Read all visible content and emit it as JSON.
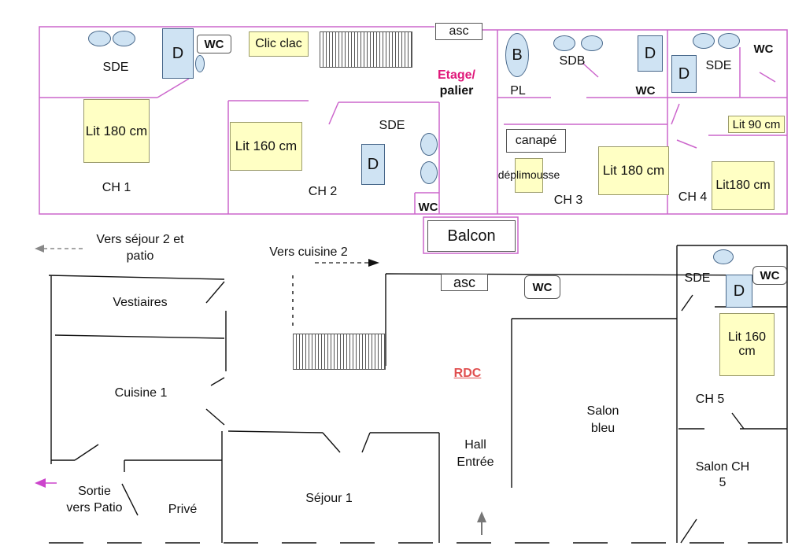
{
  "floor_upper": {
    "title_line1": "Etage/",
    "title_line2": "palier",
    "title_color": "#e0197a",
    "asc": "asc",
    "balcon": "Balcon",
    "rooms": {
      "ch1": "CH 1",
      "ch2": "CH 2",
      "ch3": "CH 3",
      "ch4": "CH 4",
      "sde1": "SDE",
      "sde2": "SDE",
      "sde4": "SDE",
      "sdb": "SDB",
      "pl": "PL"
    },
    "beds": {
      "ch1": "Lit 180 cm",
      "ch2": "Lit 160 cm",
      "ch3": "Lit 180 cm",
      "ch4": "Lit180 cm",
      "lit90": "Lit 90 cm"
    },
    "furniture": {
      "clic_clac": "Clic clac",
      "canape": "canapé",
      "deplimousse": "déplimousse"
    },
    "shower": "D",
    "bath": "B",
    "wc": "WC"
  },
  "floor_ground": {
    "title": "RDC",
    "title_color": "#e05050",
    "asc": "asc",
    "wc": "WC",
    "shower": "D",
    "rooms": {
      "vers_sejour": "Vers séjour 2 et patio",
      "vers_cuisine": "Vers cuisine 2",
      "vestiaires": "Vestiaires",
      "cuisine1": "Cuisine 1",
      "sortie": "Sortie vers Patio",
      "prive": "Privé",
      "sejour1": "Séjour 1",
      "hall": "Hall Entrée",
      "salon_bleu": "Salon bleu",
      "sde5": "SDE",
      "ch5": "CH 5",
      "salon_ch5": "Salon CH 5"
    },
    "beds": {
      "ch5": "Lit 160 cm"
    }
  },
  "colors": {
    "upper_walls": "#cc66cc",
    "ground_walls": "#111111",
    "arrow_exit": "#cc44cc",
    "bed_fill": "#ffffc4",
    "fixture_fill": "#cfe3f3"
  }
}
